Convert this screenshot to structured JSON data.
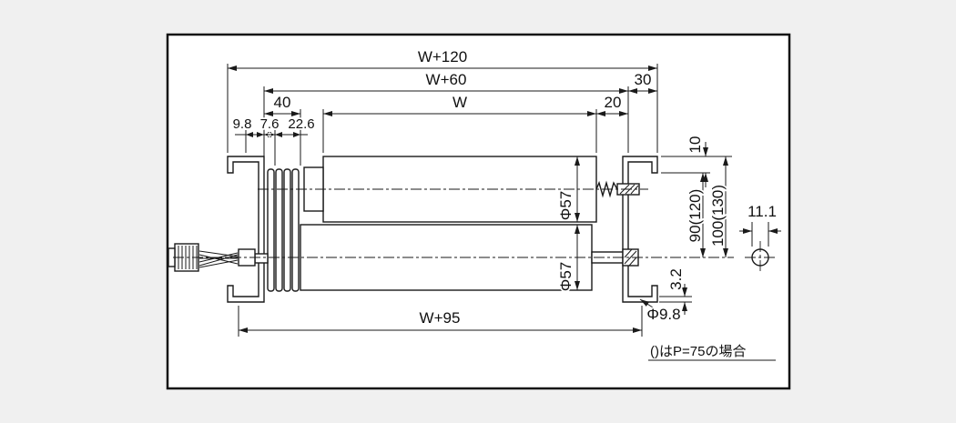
{
  "colors": {
    "line": "#1a1a1a",
    "background_outer": "#f0f0f0",
    "background_inner": "#ffffff"
  },
  "note": "()はP=75の場合",
  "dims": {
    "w120": "W+120",
    "w60": "W+60",
    "d30": "30",
    "d40": "40",
    "w": "W",
    "d20": "20",
    "d9_8": "9.8",
    "d7_6": "7.6",
    "d22_6": "22.6",
    "d10": "10",
    "dia57_top": "Φ57",
    "dia57_bot": "Φ57",
    "d90": "90(120)",
    "d100": "100(130)",
    "d11_1": "11.1",
    "d3_2": "3.2",
    "dia9_8": "Φ9.8",
    "w95": "W+95"
  }
}
